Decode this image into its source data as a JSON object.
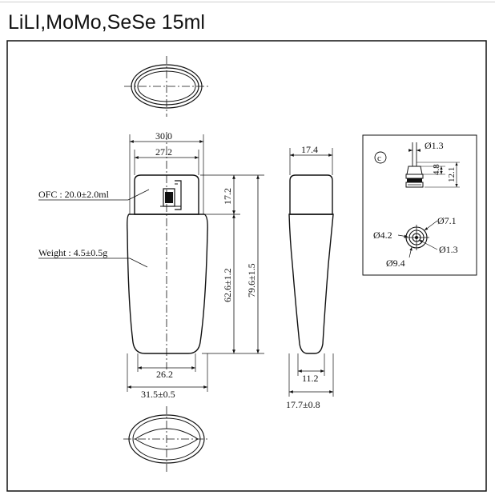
{
  "title": "LiLI,MoMo,SeSe 15ml",
  "dims": {
    "width_top": "30.0",
    "width_cap": "27.2",
    "cap_height": "17.2",
    "body_height": "62.6±1.2",
    "total_height": "79.6±1.5",
    "width_bottom": "26.2",
    "width_overall": "31.5±0.5",
    "side_top": "17.4",
    "side_bottom": "11.2",
    "side_overall": "17.7±0.8"
  },
  "notes": {
    "ofc": "OFC : 20.0±2.0ml",
    "weight": "Weight : 4.5±0.5g"
  },
  "detail": {
    "mark": "c",
    "d1": "Ø1.3",
    "h1": "4.8",
    "h2": "12.1",
    "d2": "Ø7.1",
    "d3": "Ø4.2",
    "d4": "Ø1.3",
    "d5": "Ø9.4"
  }
}
